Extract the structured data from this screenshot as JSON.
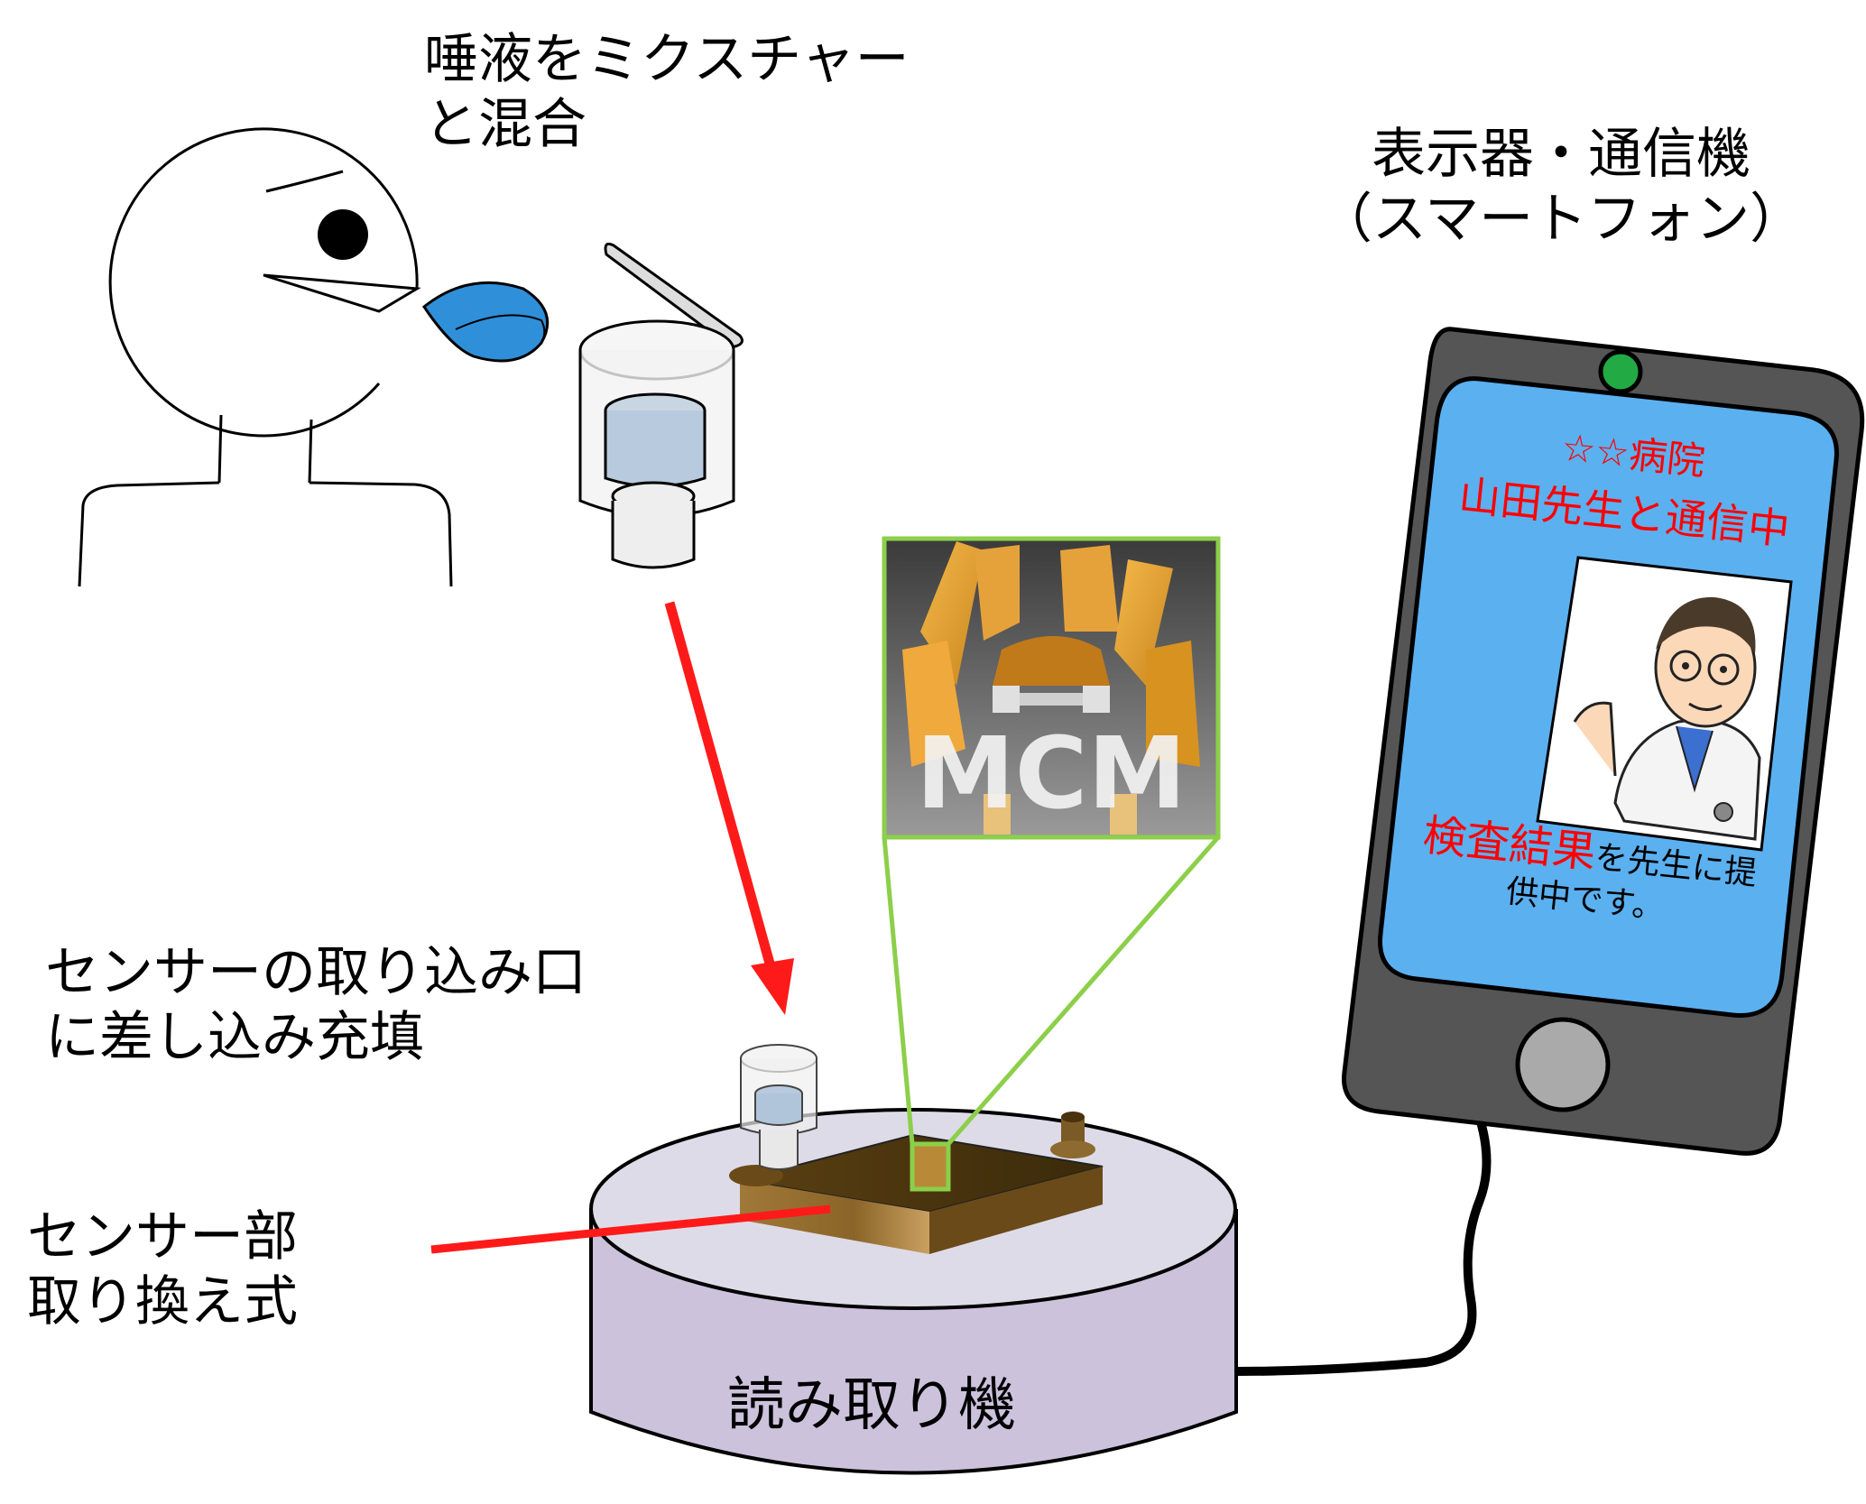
{
  "labels": {
    "saliva_line1": "唾液をミクスチャー",
    "saliva_line2": "と混合",
    "display_line1": "表示器・通信機",
    "display_line2": "（スマートフォン）",
    "insert_line1": "センサーの取り込み口",
    "insert_line2": "に差し込み充填",
    "sensor_line1": "センサー部",
    "sensor_line2": "取り換え式",
    "reader": "読み取り機",
    "mcm": "MCM"
  },
  "phone_screen": {
    "hospital": "☆☆病院",
    "doctor_status": "山田先生と通信中",
    "result_highlight": "検査結果",
    "result_rest": "を先生に提",
    "result_line2": "供中です。"
  },
  "colors": {
    "arrow": "#ff1a1a",
    "highlight_frame": "#8ccf4a",
    "screen": "#5bb0f0",
    "reader_body": "#ccc2dc",
    "reader_top": "#dedbe8",
    "phone_body": "#555555",
    "indicator": "#22aa44",
    "saliva": "#3a9be0",
    "sensor_chip": "#8a6a2a"
  },
  "icons": [
    "person-face-icon",
    "saliva-drop-icon",
    "mixture-cup-icon",
    "doctor-portrait-icon",
    "smartphone-icon",
    "reader-cylinder-icon",
    "sensor-chip-icon"
  ]
}
